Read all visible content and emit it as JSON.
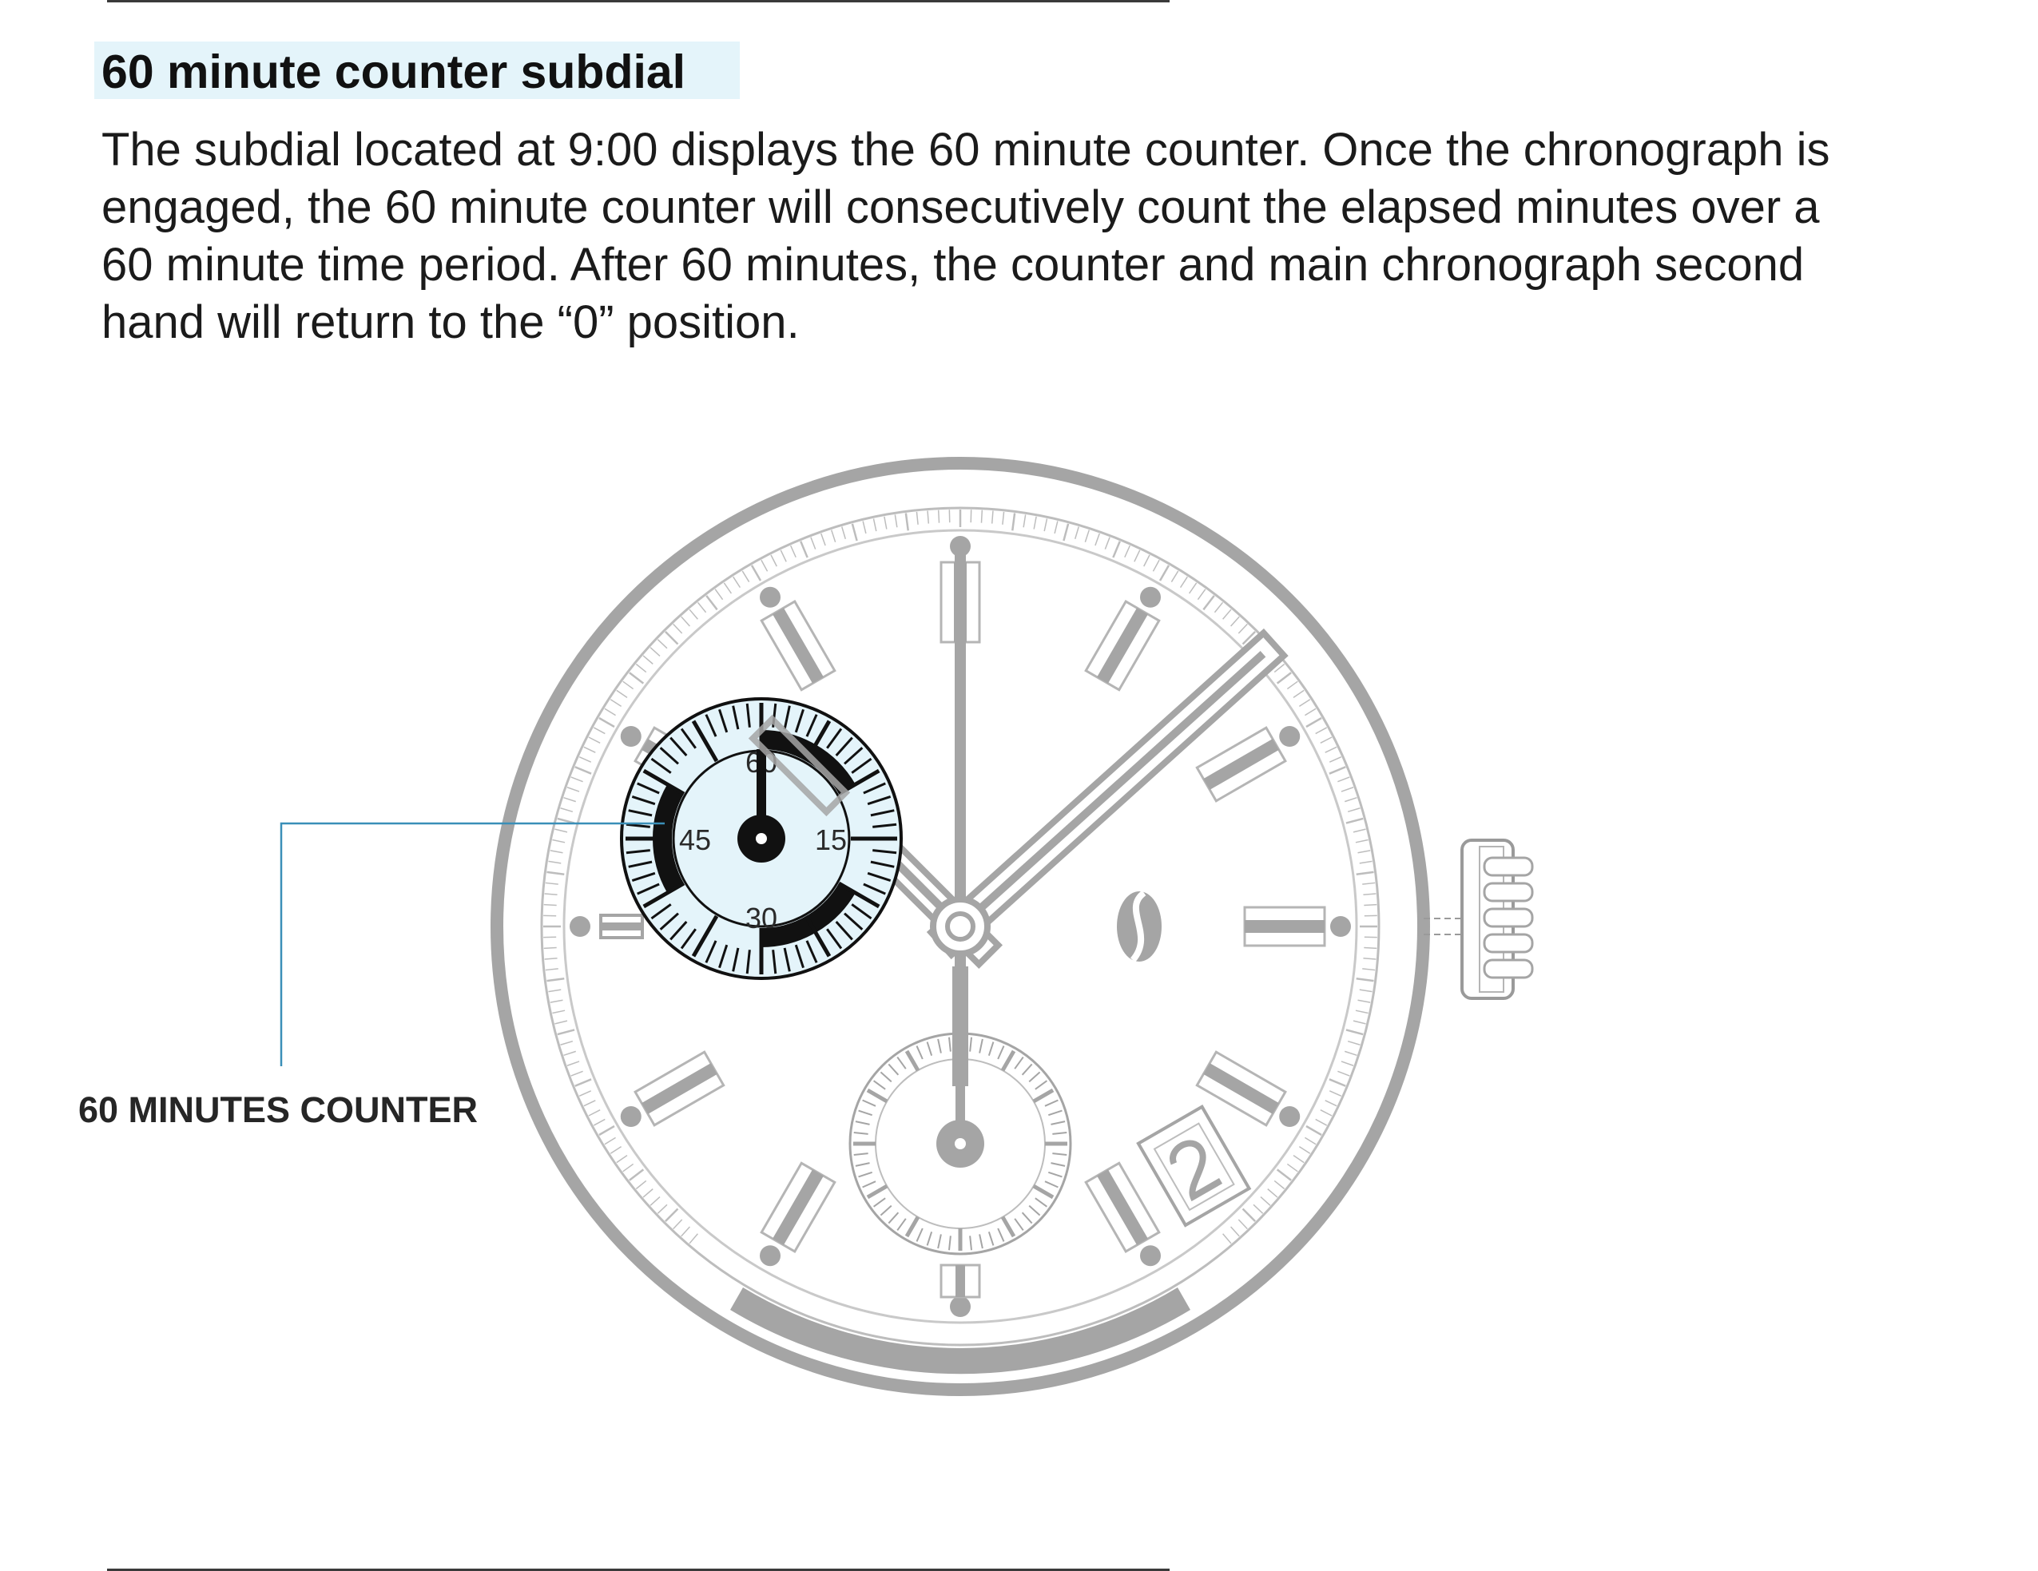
{
  "heading": "60 minute counter subdial",
  "paragraph_lines": [
    "The subdial located at 9:00 displays the 60 minute counter.  Once the chronograph is",
    "engaged, the 60 minute counter will consecutively count the elapsed minutes over a",
    "60 minute time period.  After 60 minutes, the counter and main chronograph second",
    "hand will return to the “0” position."
  ],
  "callout_label": "60 MINUTES COUNTER",
  "subdial_numerals": {
    "top": "60",
    "left": "45",
    "right": "15",
    "bottom": "30"
  },
  "colors": {
    "dial_gray": "#a5a5a5",
    "subdial_fill": "#e4f4fa",
    "callout_line": "#3a8fb8",
    "text": "#1b1b1b"
  }
}
